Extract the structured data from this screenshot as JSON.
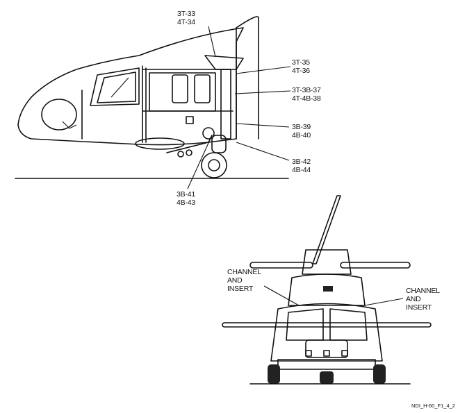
{
  "side_view": {
    "callouts": [
      {
        "line1": "3T-33",
        "line2": "4T-34"
      },
      {
        "line1": "3T-35",
        "line2": "4T-36"
      },
      {
        "line1": "3T-3B-37",
        "line2": "4T-4B-38"
      },
      {
        "line1": "3B-39",
        "line2": "4B-40"
      },
      {
        "line1": "3B-42",
        "line2": "4B-44"
      },
      {
        "line1": "3B-41",
        "line2": "4B-43"
      }
    ]
  },
  "front_view": {
    "callouts": [
      {
        "line1": "CHANNEL",
        "line2": "AND",
        "line3": "INSERT"
      },
      {
        "line1": "CHANNEL",
        "line2": "AND",
        "line3": "INSERT"
      }
    ]
  },
  "figure_id": "NDI_H-60_F1_4_2"
}
